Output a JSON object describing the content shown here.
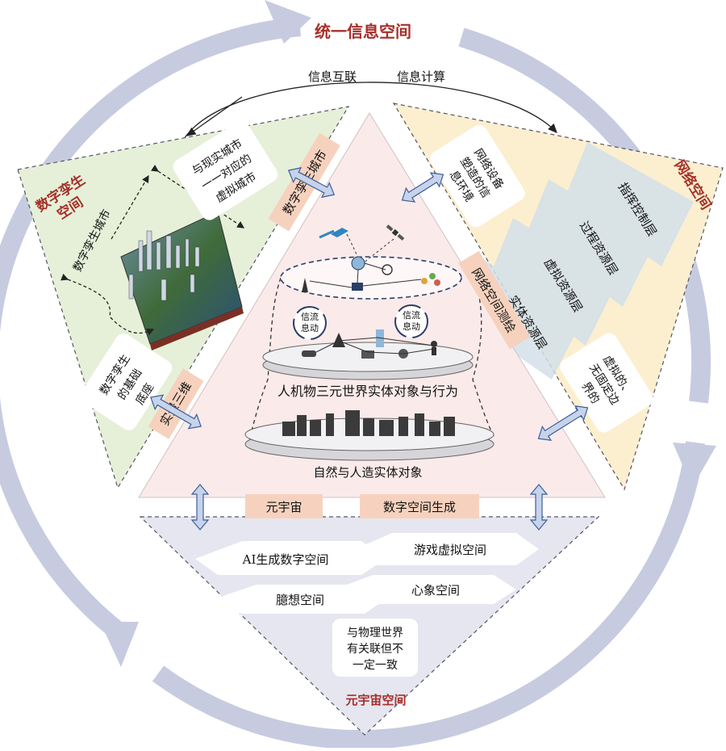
{
  "title": "统一信息空间",
  "top_links": {
    "left": "信息互联",
    "right": "信息计算"
  },
  "twin": {
    "space_title": [
      "数字孪生",
      "空间"
    ],
    "city_label": "数字孪生城市",
    "correspondence": [
      "与现实城市",
      "一一对应的",
      "虚拟城市"
    ],
    "base": [
      "数字孪生",
      "的基础",
      "底座"
    ],
    "link_top": "数字孪生城市",
    "link_bottom": "实景三维"
  },
  "cyber": {
    "space_title": "网络空间",
    "env": [
      "网络设备",
      "塑造的信",
      "息环境"
    ],
    "layers": [
      "指挥控制层",
      "过程资源层",
      "虚拟资源层",
      "实体资源层"
    ],
    "unbounded": [
      "虚拟的、",
      "无固定边",
      "界的"
    ],
    "link": "网络空间测绘"
  },
  "physical": {
    "flow_left": [
      "信流",
      "息动"
    ],
    "flow_right": [
      "信流",
      "息动"
    ],
    "layer1": "人机物三元世界实体对象与行为",
    "layer2": "自然与人造实体对象"
  },
  "meta": {
    "tag_left": "元宇宙",
    "tag_right": "数字空间生成",
    "items": [
      "AI生成数字空间",
      "游戏虚拟空间",
      "心象空间",
      "臆想空间"
    ],
    "note": [
      "与物理世界",
      "有关联但不",
      "一定一致"
    ],
    "space_title": "元宇宙空间"
  },
  "colors": {
    "ring": "#c7cbe0",
    "title_red": "#a5302a",
    "green_panel": "#e6f0d8",
    "yellow_panel": "#fcefcf",
    "pink_panel": "#fbeaea",
    "purple_panel": "#e6e6f0",
    "tag_peach": "#f6d2be",
    "arrow_blue": "#c7d3ea"
  }
}
